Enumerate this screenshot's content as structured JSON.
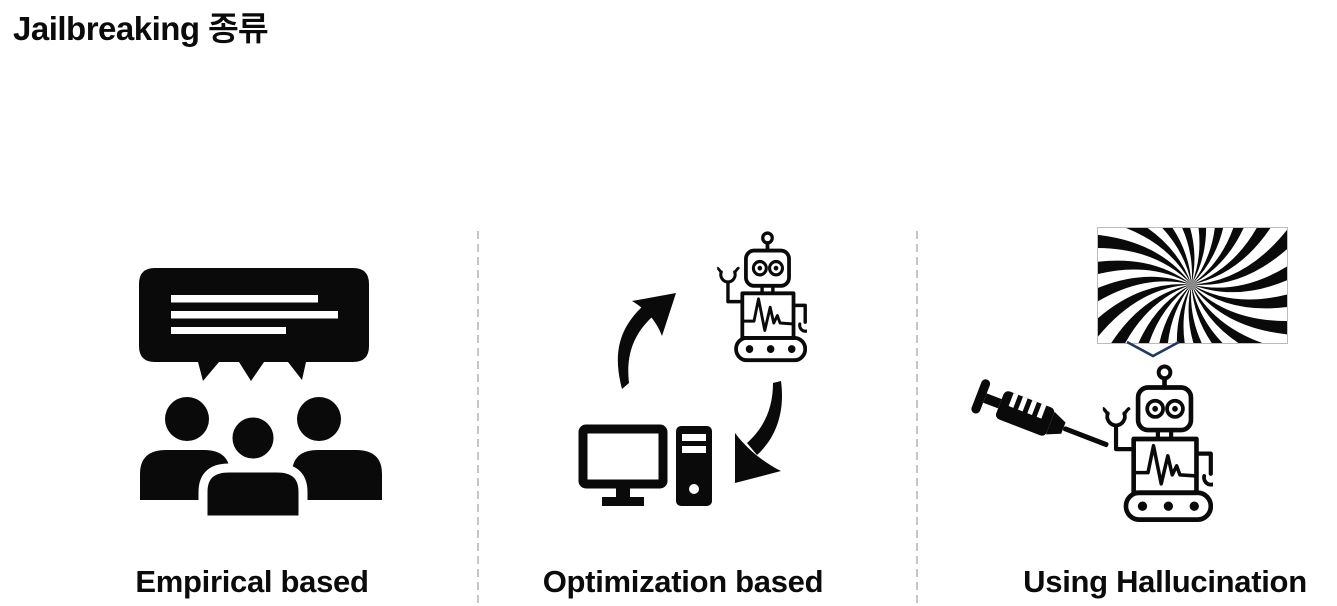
{
  "title": "Jailbreaking 종류",
  "sections": [
    {
      "id": "empirical",
      "label": "Empirical based",
      "icons": [
        "speech-bubble-with-text-lines",
        "audience-three-people"
      ]
    },
    {
      "id": "optimization",
      "label": "Optimization based",
      "icons": [
        "curved-arrow-up",
        "robot",
        "curved-arrow-down",
        "desktop-computer"
      ]
    },
    {
      "id": "hallucination",
      "label": "Using Hallucination",
      "icons": [
        "spiral-illusion-image",
        "down-chevron-pointer",
        "syringe",
        "robot"
      ]
    }
  ],
  "colors": {
    "icon_black": "#0a0a0a",
    "divider_gray": "#c6c6c6",
    "pointer_navy": "#1f3864",
    "image_border_blue": "#a9bfd6"
  }
}
